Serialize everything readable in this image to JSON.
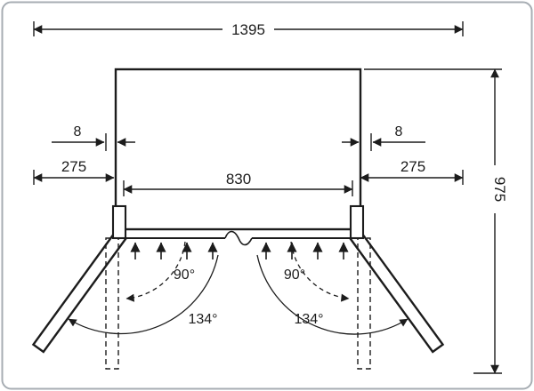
{
  "diagram": {
    "type": "appliance-installation-top-view-dimension-drawing",
    "labels": {
      "overall_width": "1395",
      "depth": "975",
      "inner_width": "830",
      "left_clearance": "275",
      "right_clearance": "275",
      "door_offset_left": "8",
      "door_offset_right": "8",
      "angle_left_90": "90°",
      "angle_right_90": "90°",
      "angle_left_134": "134°",
      "angle_right_134": "134°"
    },
    "colors": {
      "line": "#1c1c1c",
      "background": "#ffffff",
      "border": "#a7adb3"
    }
  }
}
